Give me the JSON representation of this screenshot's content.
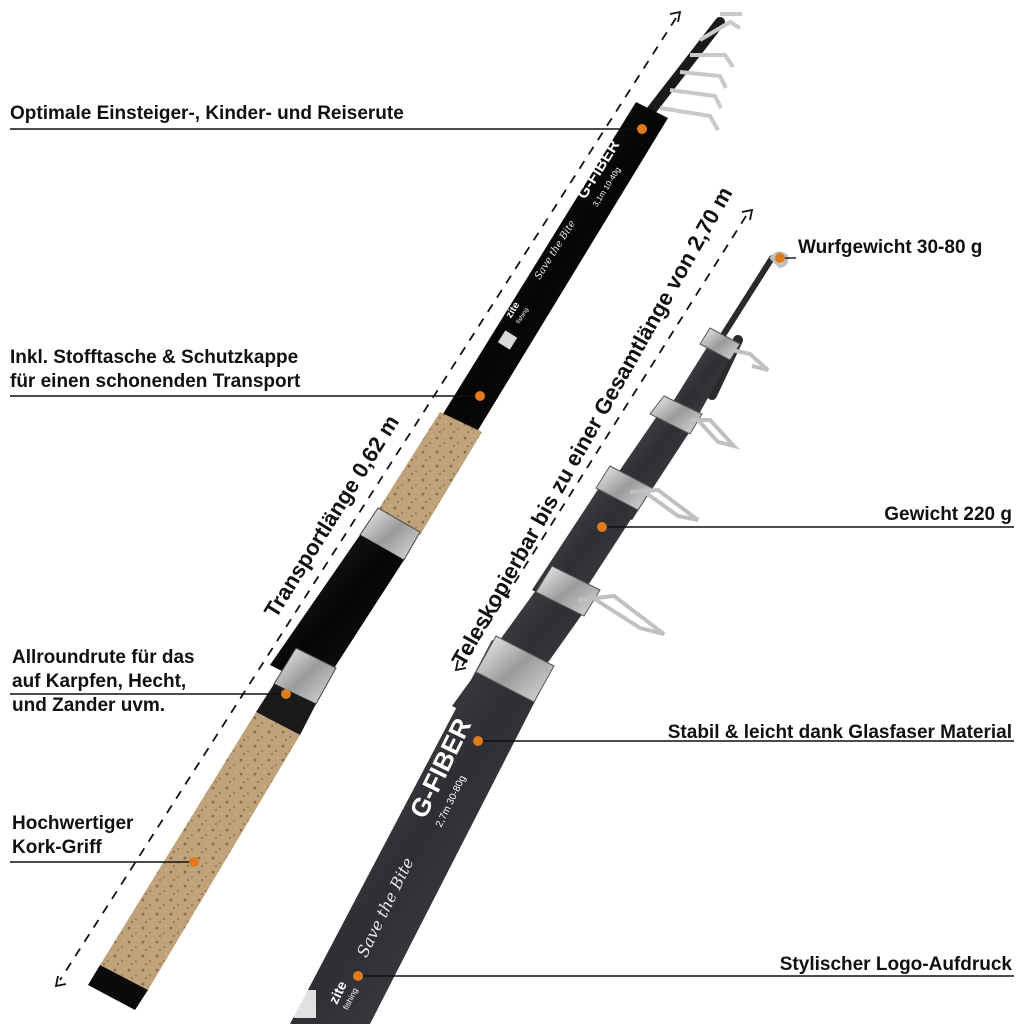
{
  "colors": {
    "accent": "#e07a1f",
    "text": "#111111",
    "rod_left": "#0d0d0d",
    "rod_right": "#3b3c3f",
    "cork": "#b89a72",
    "metal": "#b8b8b8"
  },
  "callouts": {
    "beginner": "Optimale Einsteiger-, Kinder- und Reiserute",
    "bag_line1": "Inkl. Stofftasche & Schutzkappe",
    "bag_line2": "für einen schonenden Transport",
    "allround_line1": "Allroundrute für das",
    "allround_line2": "auf Karpfen, Hecht,",
    "allround_line3": "und Zander uvm.",
    "cork_line1": "Hochwertiger",
    "cork_line2": "Kork-Griff",
    "casting_weight": "Wurfgewicht 30-80 g",
    "weight": "Gewicht 220 g",
    "material": "Stabil & leicht dank Glasfaser Material",
    "logo": "Stylischer Logo-Aufdruck"
  },
  "dimensions": {
    "transport_length": "Transportlänge 0,62 m",
    "telescopic_length": "Teleskopierbar bis zu einer Gesamtlänge von 2,70 m"
  },
  "rod_prints": {
    "left_brand_model": "G-FIBER",
    "left_spec": "3,1m 10-40g",
    "left_logo": "zite",
    "left_logo_sub": "fishing",
    "left_script": "Save the Bite",
    "right_brand_model": "G-FIBER",
    "right_spec": "2,7m 30-80g",
    "right_logo": "zite",
    "right_logo_sub": "fishing",
    "right_script": "Save the Bite"
  }
}
